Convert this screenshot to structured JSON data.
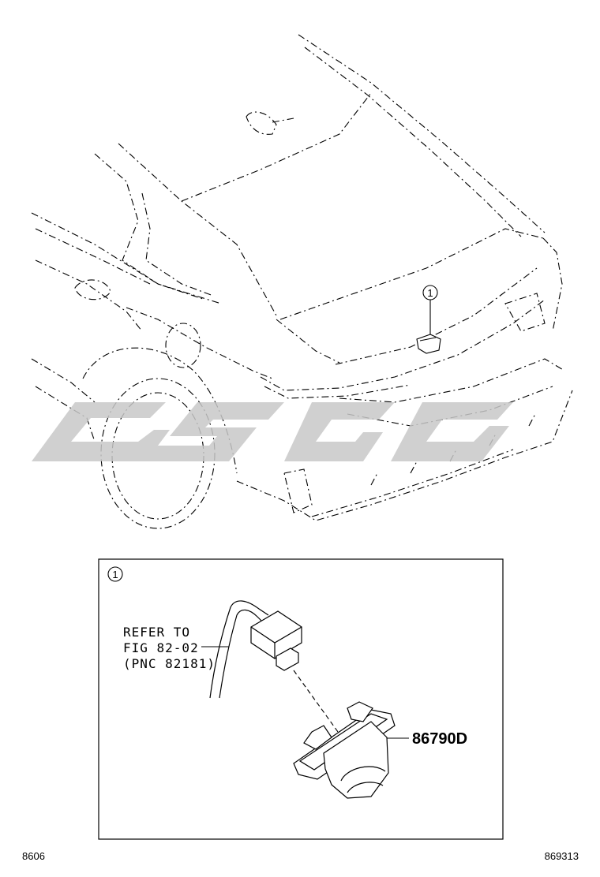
{
  "callouts": {
    "main": "1",
    "detail": "1"
  },
  "detail": {
    "refer_line1": "REFER TO",
    "refer_line2": "FIG 82-02",
    "refer_line3": "(PNC 82181)",
    "part_number": "86790D"
  },
  "footer": {
    "left": "8606",
    "right": "869313"
  },
  "watermark": {
    "color": "#c8c8c8"
  }
}
